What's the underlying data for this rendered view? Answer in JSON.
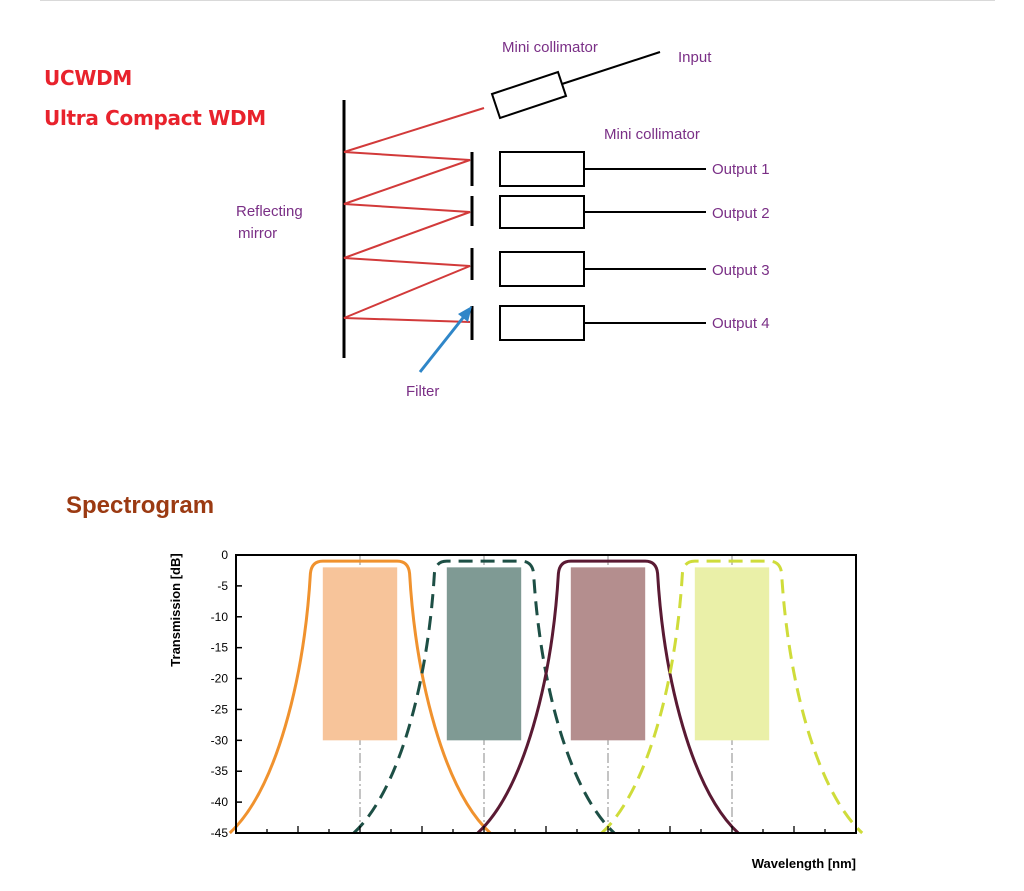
{
  "header": {
    "title": "UCWDM",
    "subtitle": "Ultra Compact WDM"
  },
  "diagram": {
    "input_collimator_label": "Mini collimator",
    "input_label": "Input",
    "output_collimator_label": "Mini collimator",
    "mirror_label_line1": "Reflecting",
    "mirror_label_line2": "mirror",
    "filter_label": "Filter",
    "outputs": [
      "Output 1",
      "Output 2",
      "Output 3",
      "Output 4"
    ],
    "colors": {
      "beam": "#d23a3a",
      "label": "#7a2f86",
      "arrow": "#2f86c8",
      "line": "#000000"
    }
  },
  "spectrogram": {
    "section_title": "Spectrogram"
  },
  "chart_data": {
    "type": "line",
    "ylabel": "Transmission [dB]",
    "xlabel": "Wavelength [nm]",
    "ylim": [
      -45,
      0
    ],
    "yticks": [
      0,
      -5,
      -10,
      -15,
      -20,
      -25,
      -30,
      -35,
      -40,
      -45
    ],
    "grid": "vertical dash-dot lines at channel centers",
    "series": [
      {
        "style": "solid",
        "color": "#f0922e",
        "center": 2.0,
        "flat_half": 0.8,
        "floor_half": 2.1,
        "band_half": 0.6,
        "band_color": "#f7c49a"
      },
      {
        "style": "dashed",
        "color": "#1d4f45",
        "center": 4.0,
        "flat_half": 0.8,
        "floor_half": 2.1,
        "band_half": 0.6,
        "band_color": "#7f9a94"
      },
      {
        "style": "solid",
        "color": "#5a1a33",
        "center": 6.0,
        "flat_half": 0.8,
        "floor_half": 2.1,
        "band_half": 0.6,
        "band_color": "#b48e8e"
      },
      {
        "style": "dashed",
        "color": "#cfdc3a",
        "center": 8.0,
        "flat_half": 0.8,
        "floor_half": 2.1,
        "band_half": 0.6,
        "band_color": "#eaf0a8"
      }
    ],
    "x_range": [
      0,
      10
    ],
    "band_range_db": [
      -2,
      -30
    ]
  }
}
